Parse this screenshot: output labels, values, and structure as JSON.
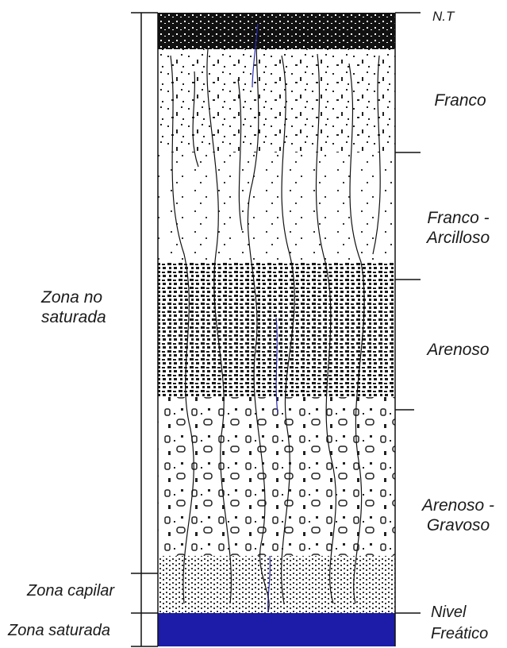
{
  "left_labels": {
    "unsaturated_1": "Zona no",
    "unsaturated_2": "saturada",
    "capillary": "Zona capilar",
    "saturated": "Zona saturada"
  },
  "right_labels": {
    "surface": "N.T",
    "loam": "Franco",
    "clay_loam_1": "Franco -",
    "clay_loam_2": "Arcilloso",
    "sandy": "Arenoso",
    "gravelly_1": "Arenoso -",
    "gravelly_2": "Gravoso",
    "water_table_1": "Nivel",
    "water_table_2": "Freático"
  },
  "colors": {
    "saturated_fill": "#1c1ca8",
    "ink": "#111111"
  }
}
